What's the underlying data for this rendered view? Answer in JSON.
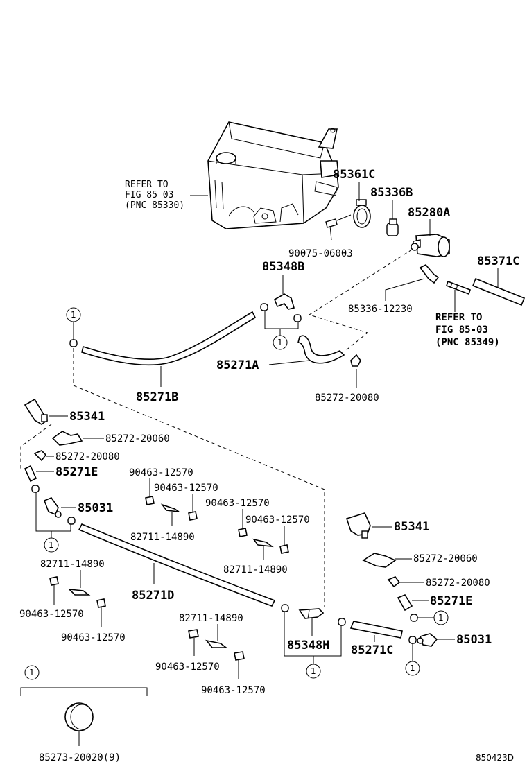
{
  "diagram_code": "850423D",
  "reference_notes": {
    "tank": [
      "REFER TO",
      "FIG 85 03",
      "(PNC 85330)"
    ],
    "joint": [
      "REFER TO",
      "FIG 85-03",
      "(PNC 85349)"
    ]
  },
  "callout_marker": "1",
  "parts": {
    "p85361C": "85361C",
    "p85336B": "85336B",
    "p85280A": "85280A",
    "p90075_06003": "90075-06003",
    "p85348B": "85348B",
    "p85371C": "85371C",
    "p85336_12230": "85336-12230",
    "p85271A": "85271A",
    "p85271B": "85271B",
    "p85272_20080_a": "85272-20080",
    "p85341_l": "85341",
    "p85272_20060_l": "85272-20060",
    "p85272_20080_l": "85272-20080",
    "p85271E_l": "85271E",
    "p90463_12570_1": "90463-12570",
    "p90463_12570_2": "90463-12570",
    "p90463_12570_3": "90463-12570",
    "p90463_12570_4": "90463-12570",
    "p85031_l": "85031",
    "p82711_14890_1": "82711-14890",
    "p82711_14890_2": "82711-14890",
    "p82711_14890_3": "82711-14890",
    "p82711_14890_4": "82711-14890",
    "p85271D": "85271D",
    "p90463_12570_5": "90463-12570",
    "p90463_12570_6": "90463-12570",
    "p90463_12570_7": "90463-12570",
    "p90463_12570_8": "90463-12570",
    "p85341_r": "85341",
    "p85272_20060_r": "85272-20060",
    "p85272_20080_r": "85272-20080",
    "p85271E_r": "85271E",
    "p85348H": "85348H",
    "p85271C": "85271C",
    "p85031_r": "85031",
    "p85273_20020": "85273-20020(9)"
  }
}
